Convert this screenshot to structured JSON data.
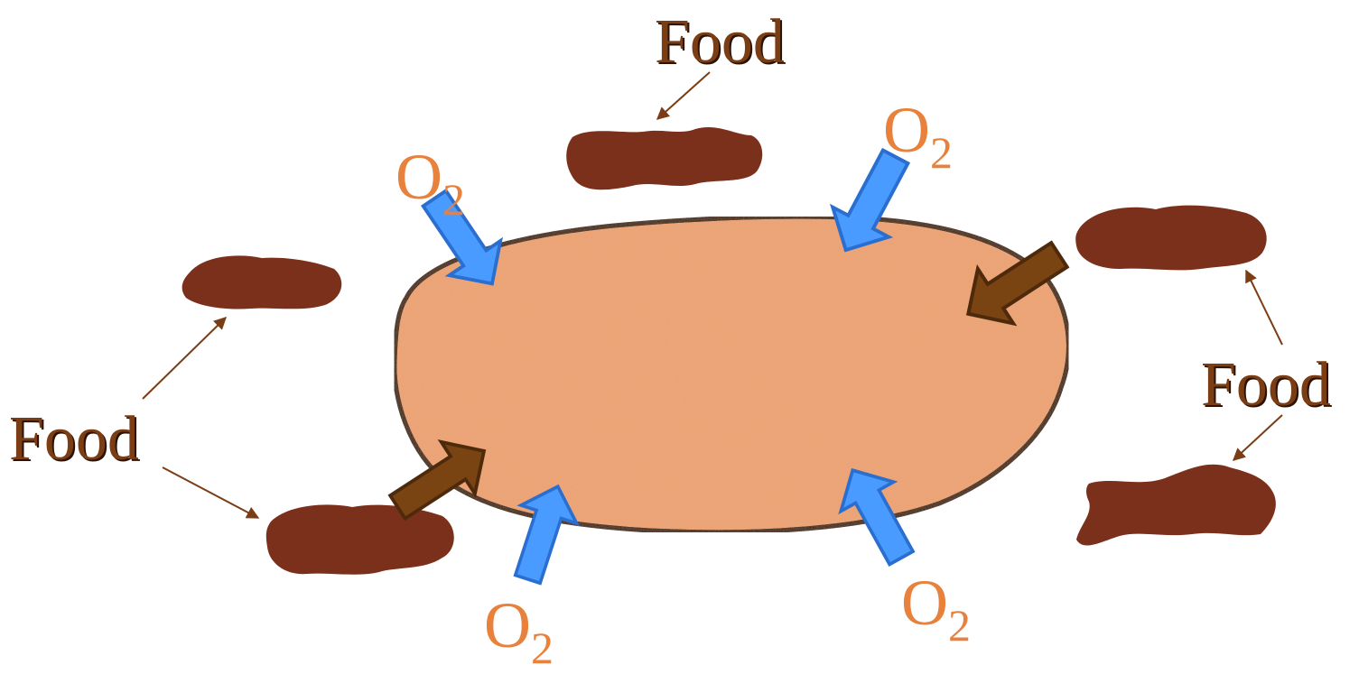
{
  "labels": {
    "food": [
      "Food",
      "Food",
      "Food"
    ],
    "oxygen": {
      "element": "O",
      "subscript": "2",
      "count": 4
    }
  },
  "colors": {
    "food_text": "#7a3d14",
    "food_blob": "#7b301b",
    "cell_fill": "#f3a878",
    "cell_outline": "#000000",
    "oxygen_text": "#e8813c",
    "oxygen_arrow": "#4a9bff",
    "food_arrow": "#7a4312",
    "pointer_line": "#7a3d14"
  }
}
